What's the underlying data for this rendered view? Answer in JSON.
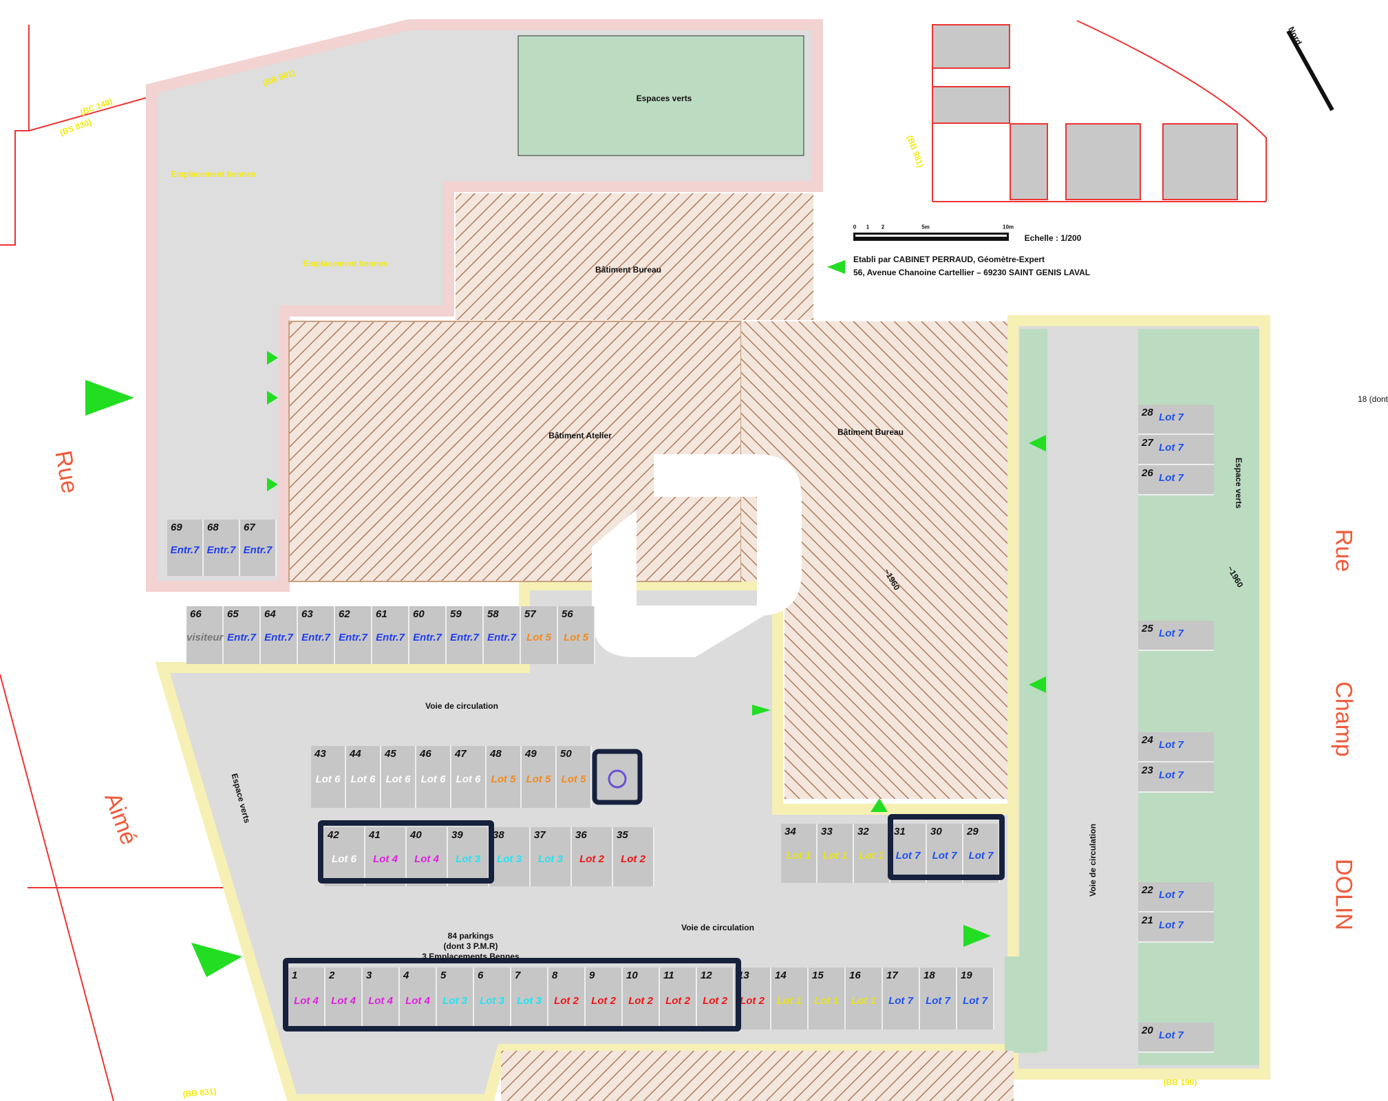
{
  "title_block": {
    "scale_label": "Echelle : 1/200",
    "author_line": "Etabli par CABINET PERRAUD, Géomètre-Expert",
    "address_line": "56, Avenue Chanoine Cartellier – 69230 SAINT GENIS LAVAL",
    "scale_ticks": [
      "0",
      "1",
      "2",
      "5m",
      "10m"
    ]
  },
  "labels": {
    "espaces_verts_top": "Espaces verts",
    "batiment_bureau_top": "Bâtiment Bureau",
    "batiment_atelier": "Bâtiment Atelier",
    "batiment_bureau_right": "Bâtiment Bureau",
    "voie_circulation_1": "Voie de circulation",
    "voie_circulation_2": "Voie de circulation",
    "voie_circulation_vertical": "Voie de circulation",
    "espace_verts_left": "Espace verts",
    "espace_verts_right": "Espace verts",
    "emplacement_bennes_1": "Emplacement bennes",
    "emplacement_bennes_2": "Emplacement bennes",
    "parking_summary_1": "84 parkings",
    "parking_summary_2": "(dont 3 P.M.R)",
    "parking_summary_3": "3 Emplacements Bennes",
    "altitude_1": "~1960",
    "altitude_2": "~1960",
    "edge_note": "18 (dont",
    "north": "Nord"
  },
  "parcels": [
    "(BC 148)",
    "(BS 830)",
    "(BB 981)",
    "(BB 981)",
    "(BB 190)",
    "(BB 831)"
  ],
  "streets": {
    "left": [
      "Rue",
      "Aimé"
    ],
    "right": [
      "Rue",
      "Champ",
      "DOLIN"
    ]
  },
  "lot_colors": {
    "Lot 1": "#e9e31a",
    "Lot 2": "#f01414",
    "Lot 3": "#22e4f2",
    "Lot 4": "#e020e0",
    "Lot 5": "#f28a1e",
    "Lot 6": "#ffffff",
    "Lot 7": "#1e50f0",
    "Entr.7": "#1e3cf0",
    "visiteur": "#777777"
  },
  "rows": [
    {
      "id": "row-top-left",
      "spaces": [
        {
          "n": "69",
          "lot": "Entr.7"
        },
        {
          "n": "68",
          "lot": "Entr.7"
        },
        {
          "n": "67",
          "lot": "Entr.7"
        }
      ]
    },
    {
      "id": "row-66-56",
      "spaces": [
        {
          "n": "66",
          "lot": "visiteur"
        },
        {
          "n": "65",
          "lot": "Entr.7"
        },
        {
          "n": "64",
          "lot": "Entr.7"
        },
        {
          "n": "63",
          "lot": "Entr.7"
        },
        {
          "n": "62",
          "lot": "Entr.7"
        },
        {
          "n": "61",
          "lot": "Entr.7"
        },
        {
          "n": "60",
          "lot": "Entr.7"
        },
        {
          "n": "59",
          "lot": "Entr.7"
        },
        {
          "n": "58",
          "lot": "Entr.7"
        },
        {
          "n": "57",
          "lot": "Lot 5"
        },
        {
          "n": "56",
          "lot": "Lot 5"
        }
      ]
    },
    {
      "id": "row-43-50",
      "spaces": [
        {
          "n": "43",
          "lot": "Lot 6"
        },
        {
          "n": "44",
          "lot": "Lot 6"
        },
        {
          "n": "45",
          "lot": "Lot 6"
        },
        {
          "n": "46",
          "lot": "Lot 6"
        },
        {
          "n": "47",
          "lot": "Lot 6"
        },
        {
          "n": "48",
          "lot": "Lot 5"
        },
        {
          "n": "49",
          "lot": "Lot 5"
        },
        {
          "n": "50",
          "lot": "Lot 5"
        }
      ]
    },
    {
      "id": "row-42-35",
      "spaces": [
        {
          "n": "42",
          "lot": "Lot 6"
        },
        {
          "n": "41",
          "lot": "Lot 4"
        },
        {
          "n": "40",
          "lot": "Lot 4"
        },
        {
          "n": "39",
          "lot": "Lot 3"
        },
        {
          "n": "38",
          "lot": "Lot 3"
        },
        {
          "n": "37",
          "lot": "Lot 3"
        },
        {
          "n": "36",
          "lot": "Lot 2"
        },
        {
          "n": "35",
          "lot": "Lot 2"
        }
      ]
    },
    {
      "id": "row-34-29",
      "spaces": [
        {
          "n": "34",
          "lot": "Lot 1"
        },
        {
          "n": "33",
          "lot": "Lot 1"
        },
        {
          "n": "32",
          "lot": "Lot 1"
        },
        {
          "n": "31",
          "lot": "Lot 7"
        },
        {
          "n": "30",
          "lot": "Lot 7"
        },
        {
          "n": "29",
          "lot": "Lot 7"
        }
      ]
    },
    {
      "id": "row-1-19",
      "spaces": [
        {
          "n": "1",
          "lot": "Lot 4"
        },
        {
          "n": "2",
          "lot": "Lot 4"
        },
        {
          "n": "3",
          "lot": "Lot 4"
        },
        {
          "n": "4",
          "lot": "Lot 4"
        },
        {
          "n": "5",
          "lot": "Lot 3"
        },
        {
          "n": "6",
          "lot": "Lot 3"
        },
        {
          "n": "7",
          "lot": "Lot 3"
        },
        {
          "n": "8",
          "lot": "Lot 2"
        },
        {
          "n": "9",
          "lot": "Lot 2"
        },
        {
          "n": "10",
          "lot": "Lot 2"
        },
        {
          "n": "11",
          "lot": "Lot 2"
        },
        {
          "n": "12",
          "lot": "Lot 2"
        },
        {
          "n": "13",
          "lot": "Lot 2"
        },
        {
          "n": "14",
          "lot": "Lot 1"
        },
        {
          "n": "15",
          "lot": "Lot 1"
        },
        {
          "n": "16",
          "lot": "Lot 1"
        },
        {
          "n": "17",
          "lot": "Lot 7"
        },
        {
          "n": "18",
          "lot": "Lot 7"
        },
        {
          "n": "19",
          "lot": "Lot 7"
        }
      ]
    },
    {
      "id": "column-right",
      "spaces": [
        {
          "n": "28",
          "lot": "Lot 7"
        },
        {
          "n": "27",
          "lot": "Lot 7"
        },
        {
          "n": "26",
          "lot": "Lot 7"
        },
        {
          "n": "25",
          "lot": "Lot 7"
        },
        {
          "n": "24",
          "lot": "Lot 7"
        },
        {
          "n": "23",
          "lot": "Lot 7"
        },
        {
          "n": "22",
          "lot": "Lot 7"
        },
        {
          "n": "21",
          "lot": "Lot 7"
        },
        {
          "n": "20",
          "lot": "Lot 7"
        }
      ]
    }
  ]
}
